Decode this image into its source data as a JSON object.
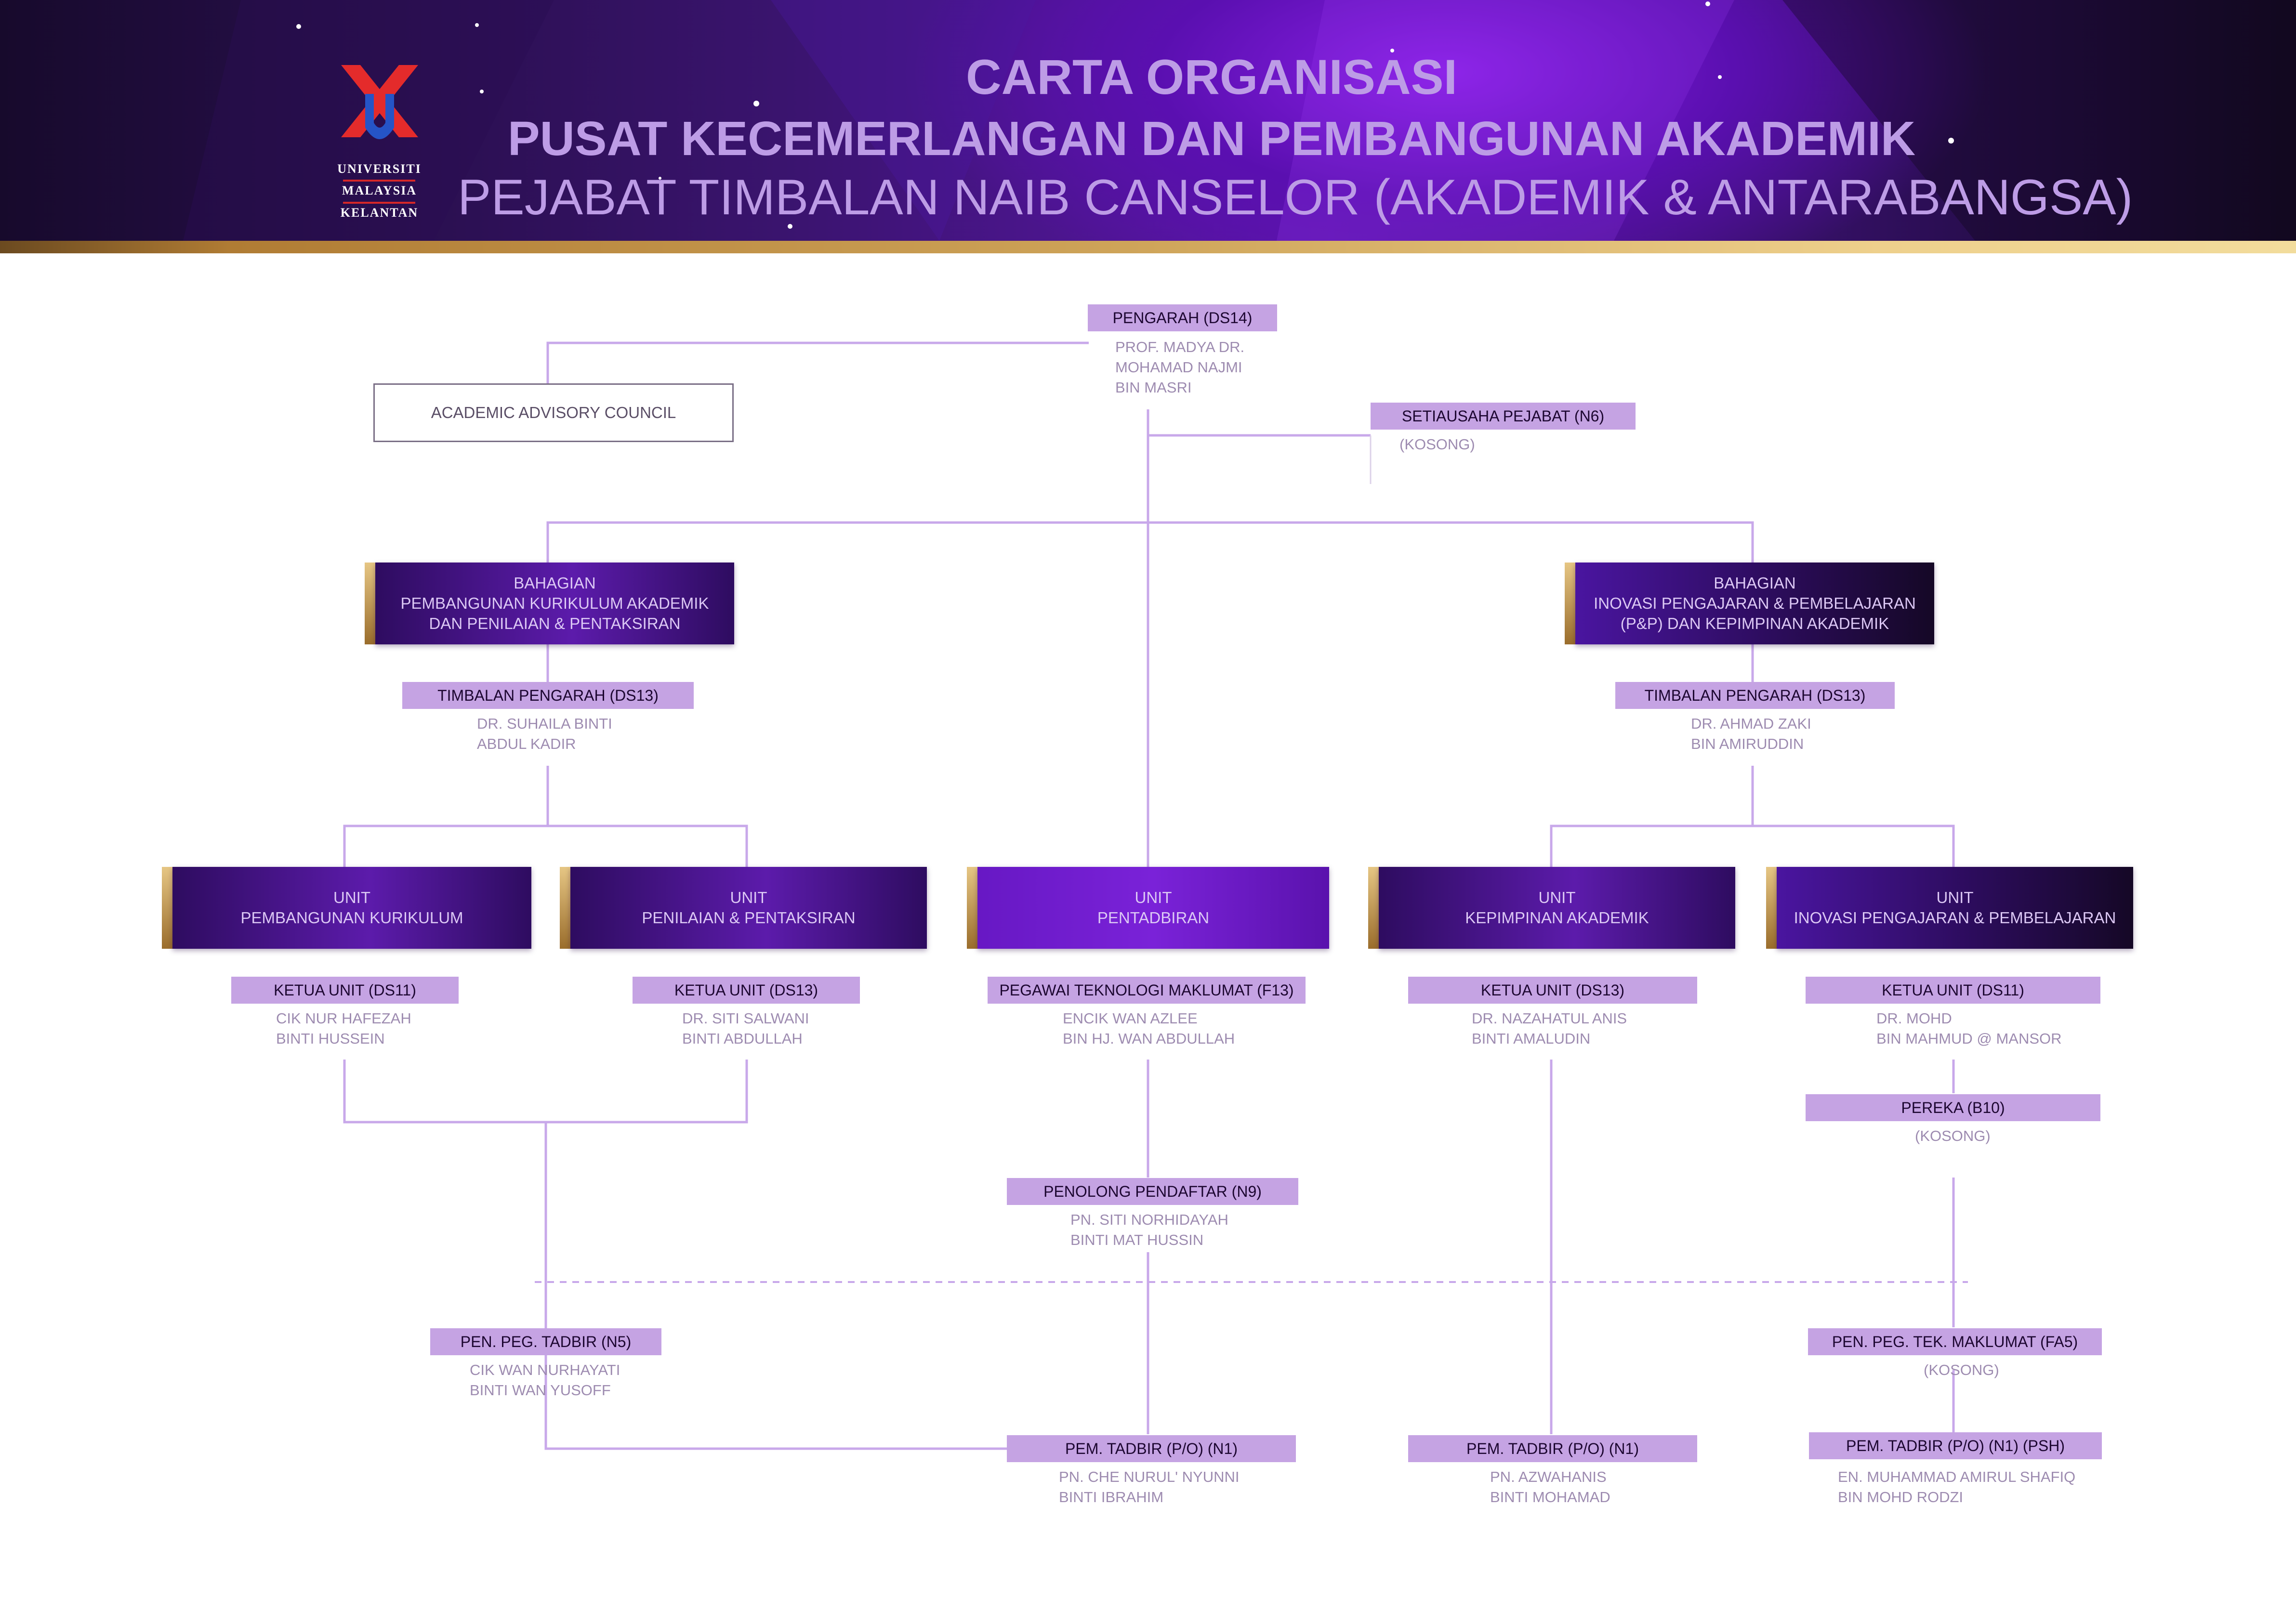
{
  "header": {
    "title_line_1": "CARTA ORGANISASI",
    "title_line_2": "PUSAT KECEMERLANGAN DAN PEMBANGUNAN AKADEMIK",
    "title_line_3": "PEJABAT TIMBALAN NAIB CANSELOR (AKADEMIK & ANTARABANGSA)",
    "logo_line_1": "UNIVERSITI",
    "logo_line_2": "MALAYSIA",
    "logo_line_3": "KELANTAN",
    "colors": {
      "title": "#bd9ce6",
      "logo_red": "#e42b2b",
      "logo_blue": "#2554c7",
      "gold": "#d9b46a"
    }
  },
  "director": {
    "position": "PENGARAH (DS14)",
    "name_1": "PROF. MADYA DR.",
    "name_2": "MOHAMAD NAJMI",
    "name_3": "BIN MASRI"
  },
  "advisory": {
    "label": "ACADEMIC ADVISORY COUNCIL"
  },
  "secretary": {
    "position": "SETIAUSAHA PEJABAT (N6)",
    "name_1": "(KOSONG)"
  },
  "division_left": {
    "line_1": "BAHAGIAN",
    "line_2": "PEMBANGUNAN KURIKULUM AKADEMIK",
    "line_3": "DAN PENILAIAN & PENTAKSIRAN"
  },
  "division_right": {
    "line_1": "BAHAGIAN",
    "line_2": "INOVASI PENGAJARAN & PEMBELAJARAN",
    "line_3": "(P&P) DAN KEPIMPINAN AKADEMIK"
  },
  "deputy_left": {
    "position": "TIMBALAN PENGARAH (DS13)",
    "name_1": "DR. SUHAILA BINTI",
    "name_2": "ABDUL KADIR"
  },
  "deputy_right": {
    "position": "TIMBALAN PENGARAH (DS13)",
    "name_1": "DR. AHMAD ZAKI",
    "name_2": "BIN AMIRUDDIN"
  },
  "units": [
    {
      "line_1": "UNIT",
      "line_2": "PEMBANGUNAN KURIKULUM",
      "position": "KETUA UNIT (DS11)",
      "name_1": "CIK NUR HAFEZAH",
      "name_2": "BINTI HUSSEIN"
    },
    {
      "line_1": "UNIT",
      "line_2": "PENILAIAN & PENTAKSIRAN",
      "position": "KETUA UNIT (DS13)",
      "name_1": "DR. SITI SALWANI",
      "name_2": "BINTI ABDULLAH"
    },
    {
      "line_1": "UNIT",
      "line_2": "PENTADBIRAN",
      "position": "PEGAWAI TEKNOLOGI MAKLUMAT  (F13)",
      "name_1": "ENCIK WAN AZLEE",
      "name_2": "BIN HJ. WAN ABDULLAH"
    },
    {
      "line_1": "UNIT",
      "line_2": "KEPIMPINAN  AKADEMIK",
      "position": "KETUA UNIT (DS13)",
      "name_1": "DR. NAZAHATUL ANIS",
      "name_2": "BINTI AMALUDIN"
    },
    {
      "line_1": "UNIT",
      "line_2": "INOVASI PENGAJARAN & PEMBELAJARAN",
      "position": "KETUA UNIT (DS11)",
      "name_1": "DR. MOHD",
      "name_2": "BIN MAHMUD @ MANSOR"
    }
  ],
  "pereka": {
    "position": "PEREKA (B10)",
    "name_1": "(KOSONG)"
  },
  "penolong": {
    "position": "PENOLONG  PENDAFTAR (N9)",
    "name_1": "PN. SITI NORHIDAYAH",
    "name_2": "BINTI MAT HUSSIN"
  },
  "pen_tadbir": {
    "position": "PEN. PEG. TADBIR (N5)",
    "name_1": "CIK WAN NURHAYATI",
    "name_2": "BINTI WAN YUSOFF"
  },
  "pen_tek": {
    "position": "PEN. PEG. TEK. MAKLUMAT (FA5)",
    "name_1": "(KOSONG)"
  },
  "pem_tadbir_1": {
    "position": "PEM. TADBIR (P/O) (N1)",
    "name_1": "PN. CHE NURUL' NYUNNI",
    "name_2": "BINTI IBRAHIM"
  },
  "pem_tadbir_2": {
    "position": "PEM. TADBIR (P/O) (N1)",
    "name_1": "PN. AZWAHANIS",
    "name_2": "BINTI MOHAMAD"
  },
  "pem_tadbir_3": {
    "position": "PEM. TADBIR (P/O) (N1) (PSH)",
    "name_1": "EN. MUHAMMAD AMIRUL SHAFIQ",
    "name_2": "BIN MOHD RODZI"
  }
}
